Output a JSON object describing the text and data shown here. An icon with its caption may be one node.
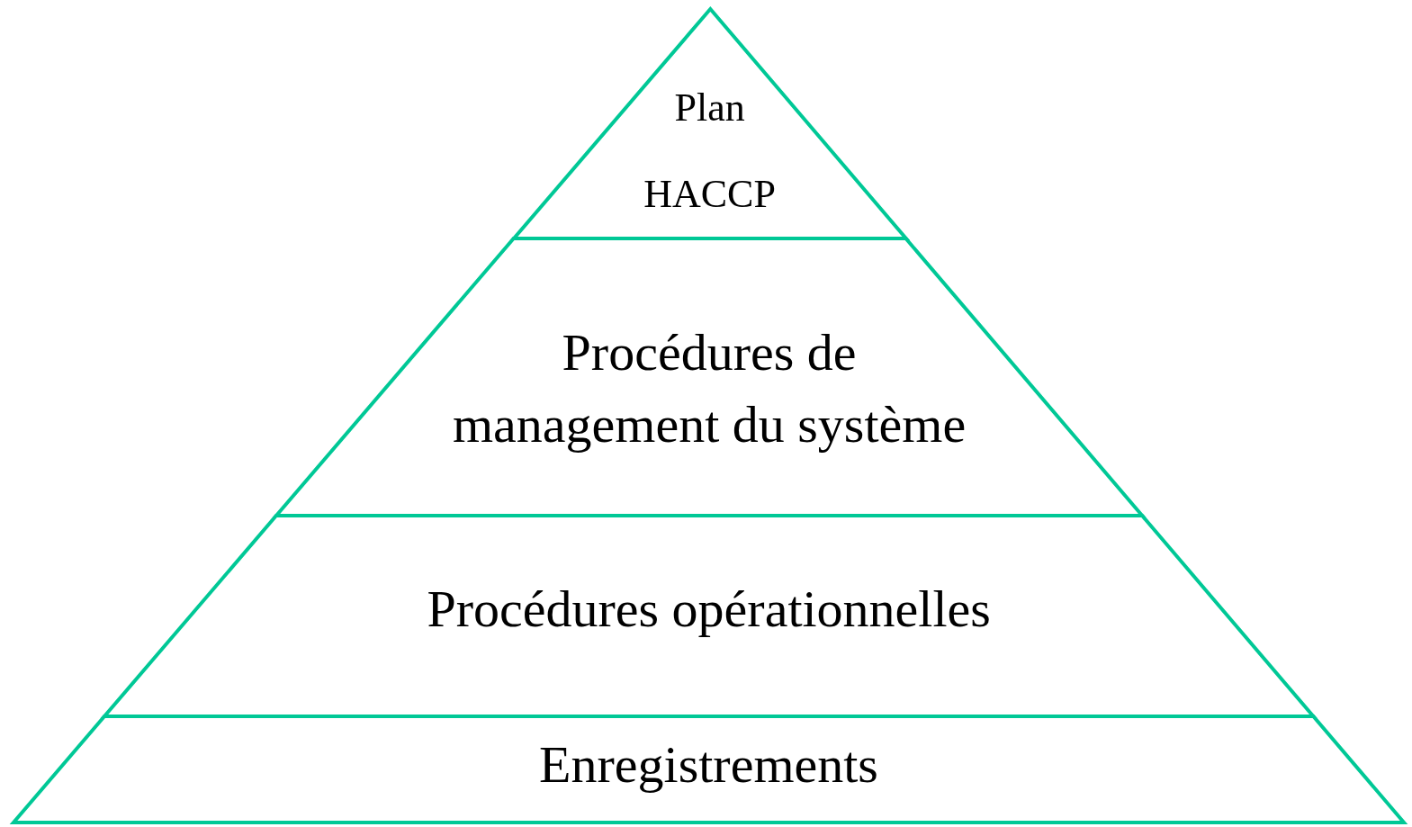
{
  "diagram": {
    "nodes": [
      {
        "text": [
          "Plan HACCP"
        ]
      },
      {
        "text": [
          "Procédures de management du système"
        ]
      },
      {
        "text": [
          "Procédures opérationnelles"
        ]
      },
      {
        "text": [
          "Enregistrements"
        ]
      }
    ]
  }
}
